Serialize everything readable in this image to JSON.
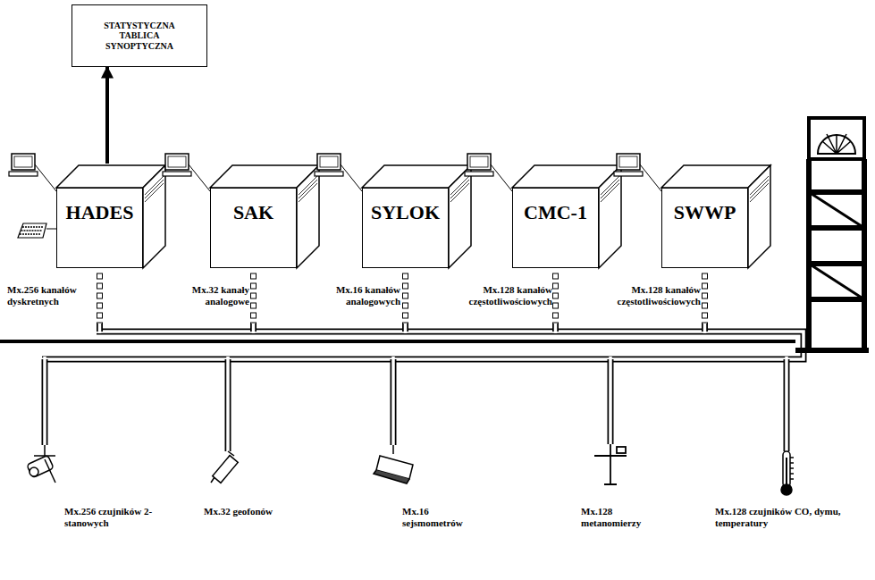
{
  "diagram": {
    "nodes": [
      {
        "text": [
          "STATYSTYCZNA TABLICA SYNOPTYCZNA"
        ]
      },
      {
        "text": [
          "HADES"
        ]
      },
      {
        "text": [
          "SAK"
        ]
      },
      {
        "text": [
          "SYLOK"
        ]
      },
      {
        "text": [
          "CMC-1"
        ]
      },
      {
        "text": [
          "SWWP"
        ]
      }
    ],
    "edges": [
      {
        "from": 1,
        "to": 0,
        "arrow": "to"
      }
    ],
    "labels": [
      "Mx.256 kanałów dyskretnych",
      "Mx.32 kanały analogowe",
      "Mx.16 kanałów analogowych",
      "Mx.128 kanałów częstotliwościowych",
      "Mx.128 kanałów częstotliwościowych",
      "Mx.256 czujników 2-stanowych",
      "Mx.32 geofonów",
      "Mx.16 sejsmometrów",
      "Mx.128 metanomierzy",
      "Mx.128 czujników CO, dymu, temperatury"
    ]
  }
}
